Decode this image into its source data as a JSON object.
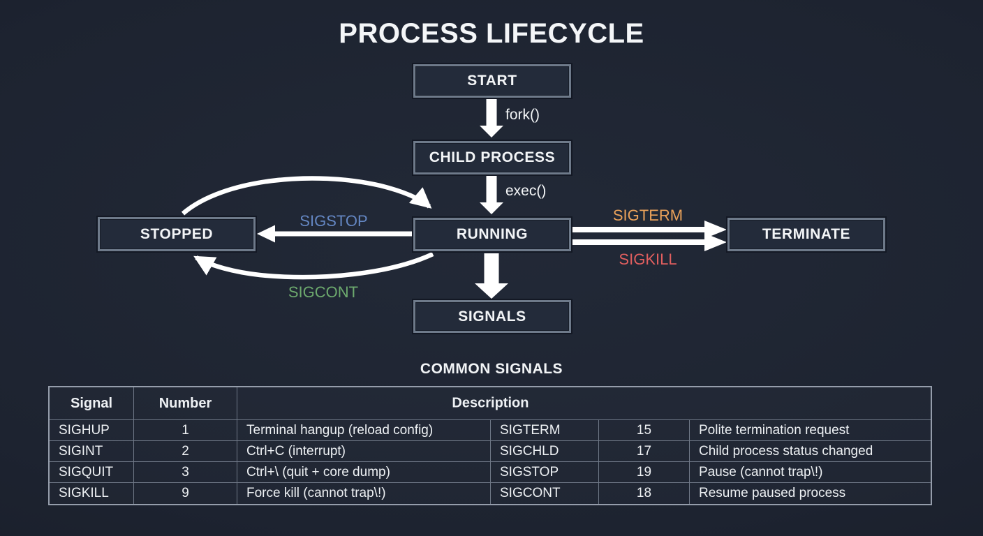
{
  "title": "PROCESS LIFECYCLE",
  "nodes": {
    "start": "START",
    "child": "CHILD PROCESS",
    "running": "RUNNING",
    "stopped": "STOPPED",
    "terminate": "TERMINATE",
    "signals": "SIGNALS"
  },
  "edges": {
    "fork": "fork()",
    "exec": "exec()",
    "sigstop": "SIGSTOP",
    "sigcont": "SIGCONT",
    "sigterm": "SIGTERM",
    "sigkill": "SIGKILL"
  },
  "colors": {
    "background": "#1d2330",
    "box_fill": "#232b3a",
    "box_border": "#6e7a8a",
    "arrow": "#ffffff",
    "text": "#f3f5f7",
    "sigstop_label": "#6487c3",
    "sigcont_label": "#6daa6e",
    "sigterm_label": "#eba25a",
    "sigkill_label": "#e25f5f"
  },
  "table": {
    "heading": "COMMON SIGNALS",
    "columns": [
      "Signal",
      "Number",
      "Description"
    ],
    "rows": [
      [
        "SIGHUP",
        "1",
        "Terminal hangup (reload config)",
        "SIGTERM",
        "15",
        "Polite termination request"
      ],
      [
        "SIGINT",
        "2",
        "Ctrl+C (interrupt)",
        "SIGCHLD",
        "17",
        "Child process status changed"
      ],
      [
        "SIGQUIT",
        "3",
        "Ctrl+\\ (quit + core dump)",
        "SIGSTOP",
        "19",
        "Pause (cannot trap\\!)"
      ],
      [
        "SIGKILL",
        "9",
        "Force kill (cannot trap\\!)",
        "SIGCONT",
        "18",
        "Resume paused process"
      ]
    ]
  }
}
